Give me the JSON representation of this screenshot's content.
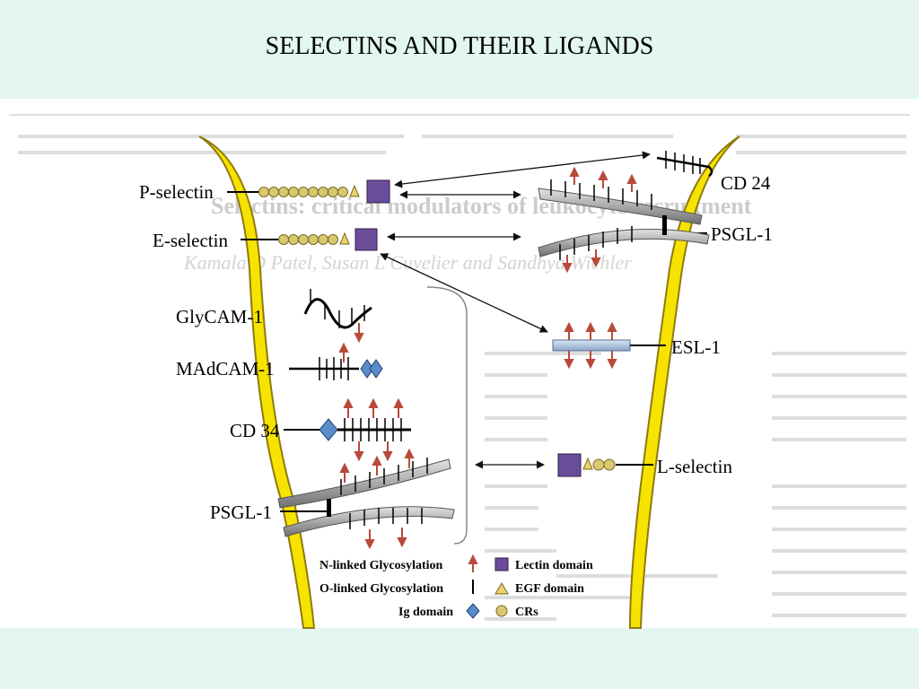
{
  "title": "SELECTINS AND THEIR LIGANDS",
  "labels": {
    "p_selectin": "P-selectin",
    "e_selectin": "E-selectin",
    "glycam": "GlyCAM-1",
    "madcam": "MAdCAM-1",
    "cd34": "CD 34",
    "psgl_left": "PSGL-1",
    "cd24": "CD 24",
    "psgl_right": "PSGL-1",
    "esl1": "ESL-1",
    "l_selectin": "L-selectin"
  },
  "legend": {
    "n_linked": "N-linked Glycosylation",
    "o_linked": "O-linked Glycosylation",
    "ig_domain": "Ig domain",
    "lectin": "Lectin domain",
    "egf": "EGF domain",
    "crs": "CRs"
  },
  "background_text": {
    "heading": "Selectins: critical modulators of leukocyte recruitment",
    "authors": "Kamala D Patel, Susan L Cuvelier and Sandhya Wiehler"
  },
  "colors": {
    "membrane": "#f7e300",
    "membrane_edge": "#8f7a10",
    "lectin": "#6b4c9a",
    "egf": "#e8d26a",
    "cr": "#d8c870",
    "ig": "#5b8cc9",
    "n_glyc": "#b84a3a",
    "strand": "#8a8a8a"
  }
}
